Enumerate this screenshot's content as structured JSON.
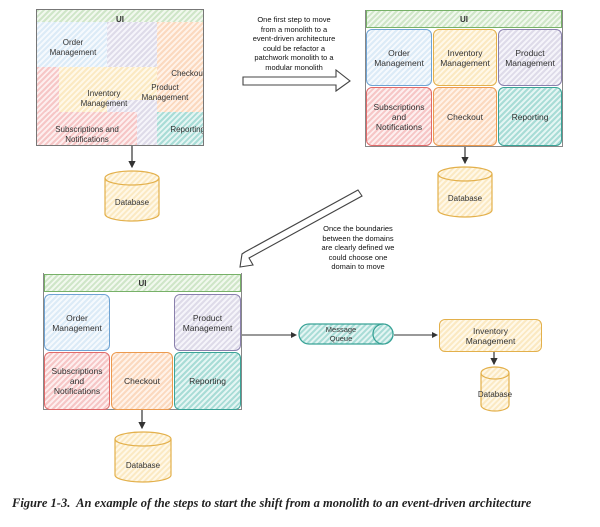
{
  "diagram1_monolith": {
    "ui": "UI",
    "order": "Order\nManagement",
    "checkout": "Checkout",
    "inventory": "Inventory\nManagement",
    "product": "Product\nManagement",
    "subscriptions": "Subscriptions and\nNotifications",
    "reporting": "Reporting",
    "database": "Database"
  },
  "note1": "One first step to move\nfrom a monolith to a\nevent-driven architecture\ncould be refactor a\npatchwork monolith to a\nmodular monolith",
  "diagram2_modular": {
    "ui": "UI",
    "order": "Order\nManagement",
    "inventory": "Inventory\nManagement",
    "product": "Product\nManagement",
    "subscriptions": "Subscriptions\nand\nNotifications",
    "checkout": "Checkout",
    "reporting": "Reporting",
    "database": "Database"
  },
  "note2": "Once the boundaries\nbetween the domains\nare clearly defined we\ncould choose one\ndomain to move",
  "diagram3_extracted": {
    "ui": "UI",
    "order": "Order\nManagement",
    "product": "Product\nManagement",
    "subscriptions": "Subscriptions\nand\nNotifications",
    "checkout": "Checkout",
    "reporting": "Reporting",
    "database": "Database",
    "message_queue": "Message\nQueue",
    "inventory_service": "Inventory\nManagement",
    "inventory_database": "Database"
  },
  "caption": {
    "label": "Figure 1-3.",
    "text": "An example of the steps to start the shift from a monolith to an event-driven architecture"
  }
}
